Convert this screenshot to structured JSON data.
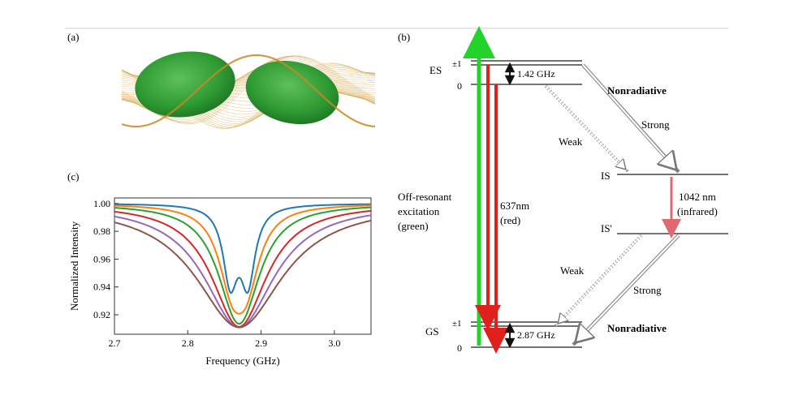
{
  "panels": {
    "a": {
      "label": "(a)"
    },
    "b": {
      "label": "(b)",
      "levels": {
        "es": "ES",
        "es_pm1": "±1",
        "es_0": "0",
        "is": "IS",
        "is_prime": "IS'",
        "gs": "GS",
        "gs_pm1": "±1",
        "gs_0": "0"
      },
      "splitting_es": "1.42 GHz",
      "splitting_gs": "2.87 GHz",
      "excitation": [
        "Off-resonant",
        "excitation",
        "(green)"
      ],
      "emission_red": [
        "637nm",
        "(red)"
      ],
      "emission_ir": [
        "1042 nm",
        "(infrared)"
      ],
      "transitions": {
        "nonradiative_top": "Nonradiative",
        "strong_top": "Strong",
        "weak_top": "Weak",
        "weak_bottom": "Weak",
        "strong_bottom": "Strong",
        "nonradiative_bottom": "Nonradiative"
      },
      "colors": {
        "green": "#22d42a",
        "red": "#e0201c",
        "infrared": "#e06870",
        "level": "#444444"
      }
    },
    "c": {
      "label": "(c)",
      "chart_data": {
        "type": "line",
        "xlabel": "Frequency (GHz)",
        "ylabel": "Normalized Intensity",
        "xlim": [
          2.7,
          3.05
        ],
        "ylim": [
          0.906,
          1.004
        ],
        "xticks": [
          "2.7",
          "2.8",
          "2.9",
          "3.0"
        ],
        "yticks": [
          "0.92",
          "0.94",
          "0.96",
          "0.98",
          "1.00"
        ],
        "grid": false,
        "series": [
          {
            "color": "#1f77b4",
            "center": 2.87,
            "depth": 0.064,
            "split": 0.012,
            "width": 0.012
          },
          {
            "color": "#ff7f0e",
            "center": 2.87,
            "depth": 0.074,
            "split": 0.01,
            "width": 0.022
          },
          {
            "color": "#2ca02c",
            "center": 2.87,
            "depth": 0.084,
            "split": 0.006,
            "width": 0.032
          },
          {
            "color": "#d62728",
            "center": 2.87,
            "depth": 0.088,
            "split": 0.004,
            "width": 0.045
          },
          {
            "color": "#9467bd",
            "center": 2.87,
            "depth": 0.089,
            "split": 0.002,
            "width": 0.058
          },
          {
            "color": "#8c564b",
            "center": 2.87,
            "depth": 0.089,
            "split": 0.0,
            "width": 0.072
          }
        ]
      }
    }
  }
}
